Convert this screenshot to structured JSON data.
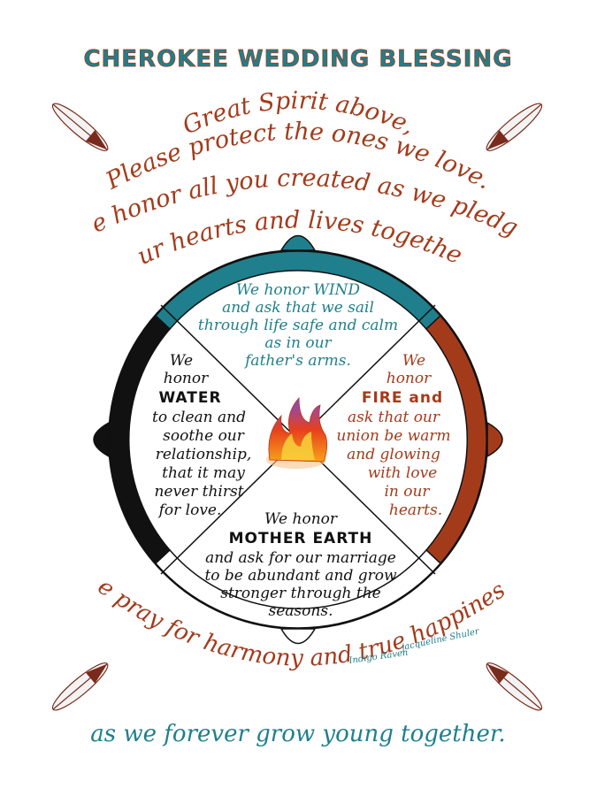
{
  "title": "CHEROKEE WEDDING BLESSING",
  "prayer": {
    "line1": "Great Spirit above,",
    "line2": "Please protect the ones we love.",
    "line3": "We honor all you created as we pledge",
    "line4": "our hearts and lives together."
  },
  "quadrants": {
    "wind": {
      "l1": "We honor WIND",
      "l2": "and ask that we sail",
      "l3": "through life safe and calm",
      "l4": "as in our",
      "l5": "father's arms."
    },
    "water": {
      "l1": "We",
      "l2": "honor",
      "l3": "WATER",
      "l4": "to clean and",
      "l5": "soothe  our",
      "l6": "relationship,",
      "l7": "that it may",
      "l8": "never thirst",
      "l9": "for love."
    },
    "fire": {
      "l1": "We",
      "l2": "honor",
      "l3": "FIRE and",
      "l4": "ask that our",
      "l5": "union be warm",
      "l6": "and glowing",
      "l7": "with love",
      "l8": "in  our",
      "l9": "hearts."
    },
    "earth": {
      "l1": "We honor",
      "l2": "MOTHER EARTH",
      "l3": "and ask for our marriage",
      "l4": "to be abundant and grow",
      "l5": "stronger through the",
      "l6": "seasons."
    }
  },
  "closing_arc": "we pray for harmony and true happiness",
  "closing_line": "as we forever grow young together.",
  "signature": {
    "artist": "Indigo Raven",
    "name": "jacqueline Shuler"
  },
  "colors": {
    "blue": "#1f7f8c",
    "rust": "#a33b1b",
    "black": "#111111"
  }
}
